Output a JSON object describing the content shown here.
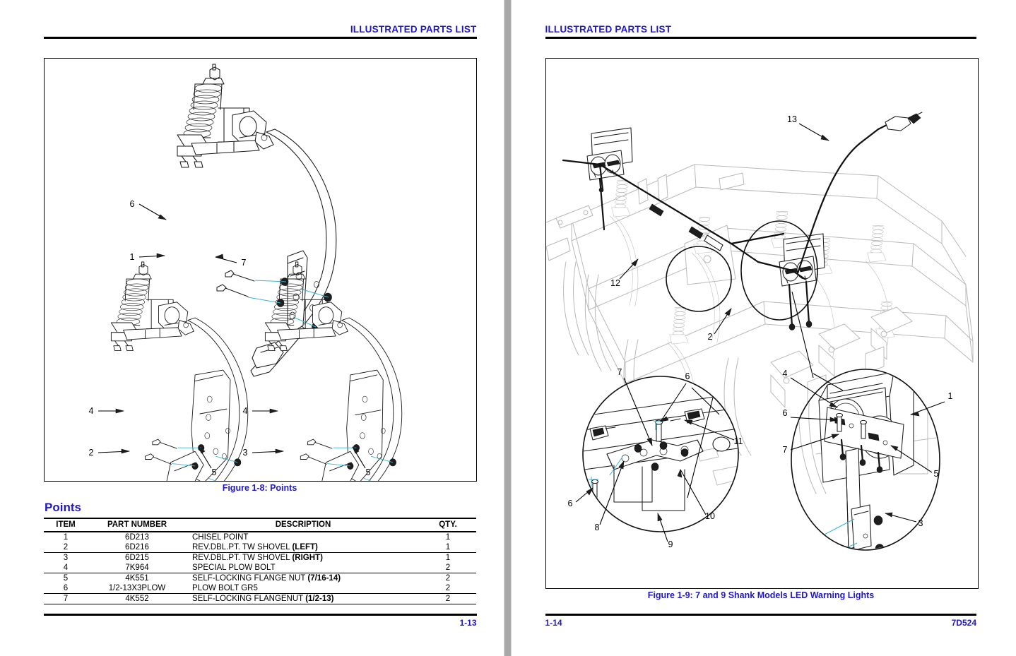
{
  "document": {
    "type": "illustrated-parts-catalog",
    "accent_color": "#2017c9",
    "gutter_color": "#a8a8a8"
  },
  "left_page": {
    "header": "ILLUSTRATED PARTS LIST",
    "figure": {
      "caption": "Figure 1-8:  Points",
      "callouts": [
        "6",
        "1",
        "7",
        "4",
        "2",
        "5",
        "4",
        "3",
        "5"
      ]
    },
    "section_title": "Points",
    "table": {
      "columns": [
        "ITEM",
        "PART NUMBER",
        "DESCRIPTION",
        "QTY."
      ],
      "rows": [
        {
          "item": "1",
          "part_number": "6D213",
          "description": "CHISEL POINT",
          "description_bold": "",
          "qty": "1"
        },
        {
          "item": "2",
          "part_number": "6D216",
          "description": "REV.DBL.PT. TW SHOVEL ",
          "description_bold": "(LEFT)",
          "qty": "1"
        },
        {
          "item": "3",
          "part_number": "6D215",
          "description": "REV.DBL.PT. TW SHOVEL ",
          "description_bold": "(RIGHT)",
          "qty": "1"
        },
        {
          "item": "4",
          "part_number": "7K964",
          "description": "SPECIAL PLOW BOLT",
          "description_bold": "",
          "qty": "2"
        },
        {
          "item": "5",
          "part_number": "4K551",
          "description": "SELF-LOCKING FLANGE NUT ",
          "description_bold": "(7/16-14)",
          "qty": "2"
        },
        {
          "item": "6",
          "part_number": "1/2-13X3PLOW",
          "description": "PLOW BOLT GR5",
          "description_bold": "",
          "qty": "2"
        },
        {
          "item": "7",
          "part_number": "4K552",
          "description": "SELF-LOCKING FLANGENUT ",
          "description_bold": "(1/2-13)",
          "qty": "2"
        }
      ]
    },
    "footer": {
      "left": "",
      "right": "1-13"
    }
  },
  "right_page": {
    "header": "ILLUSTRATED PARTS LIST",
    "figure": {
      "caption": "Figure 1-9:  7 and 9 Shank Models LED Warning Lights",
      "callouts": [
        "13",
        "12",
        "2",
        "7",
        "6",
        "11",
        "6",
        "8",
        "9",
        "10",
        "4",
        "1",
        "6",
        "7",
        "5",
        "3"
      ]
    },
    "footer": {
      "left": "1-14",
      "right": "7D524"
    }
  }
}
